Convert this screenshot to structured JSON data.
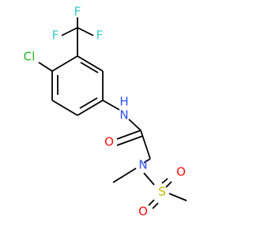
{
  "molecule": {
    "atoms": [
      {
        "id": "F1",
        "label": "F",
        "color": "#33cccc"
      },
      {
        "id": "F2",
        "label": "F",
        "color": "#33cccc"
      },
      {
        "id": "F3",
        "label": "F",
        "color": "#33cccc"
      },
      {
        "id": "Cl",
        "label": "Cl",
        "color": "#1fb81f"
      },
      {
        "id": "NH",
        "label": "N",
        "color": "#3050f8"
      },
      {
        "id": "H",
        "label": "H",
        "color": "#3050f8"
      },
      {
        "id": "O1",
        "label": "O",
        "color": "#ff0d0d"
      },
      {
        "id": "N2",
        "label": "N",
        "color": "#3050f8"
      },
      {
        "id": "S",
        "label": "S",
        "color": "#b8b800"
      },
      {
        "id": "O2",
        "label": "O",
        "color": "#ff0d0d"
      },
      {
        "id": "O3",
        "label": "O",
        "color": "#ff0d0d"
      }
    ]
  }
}
